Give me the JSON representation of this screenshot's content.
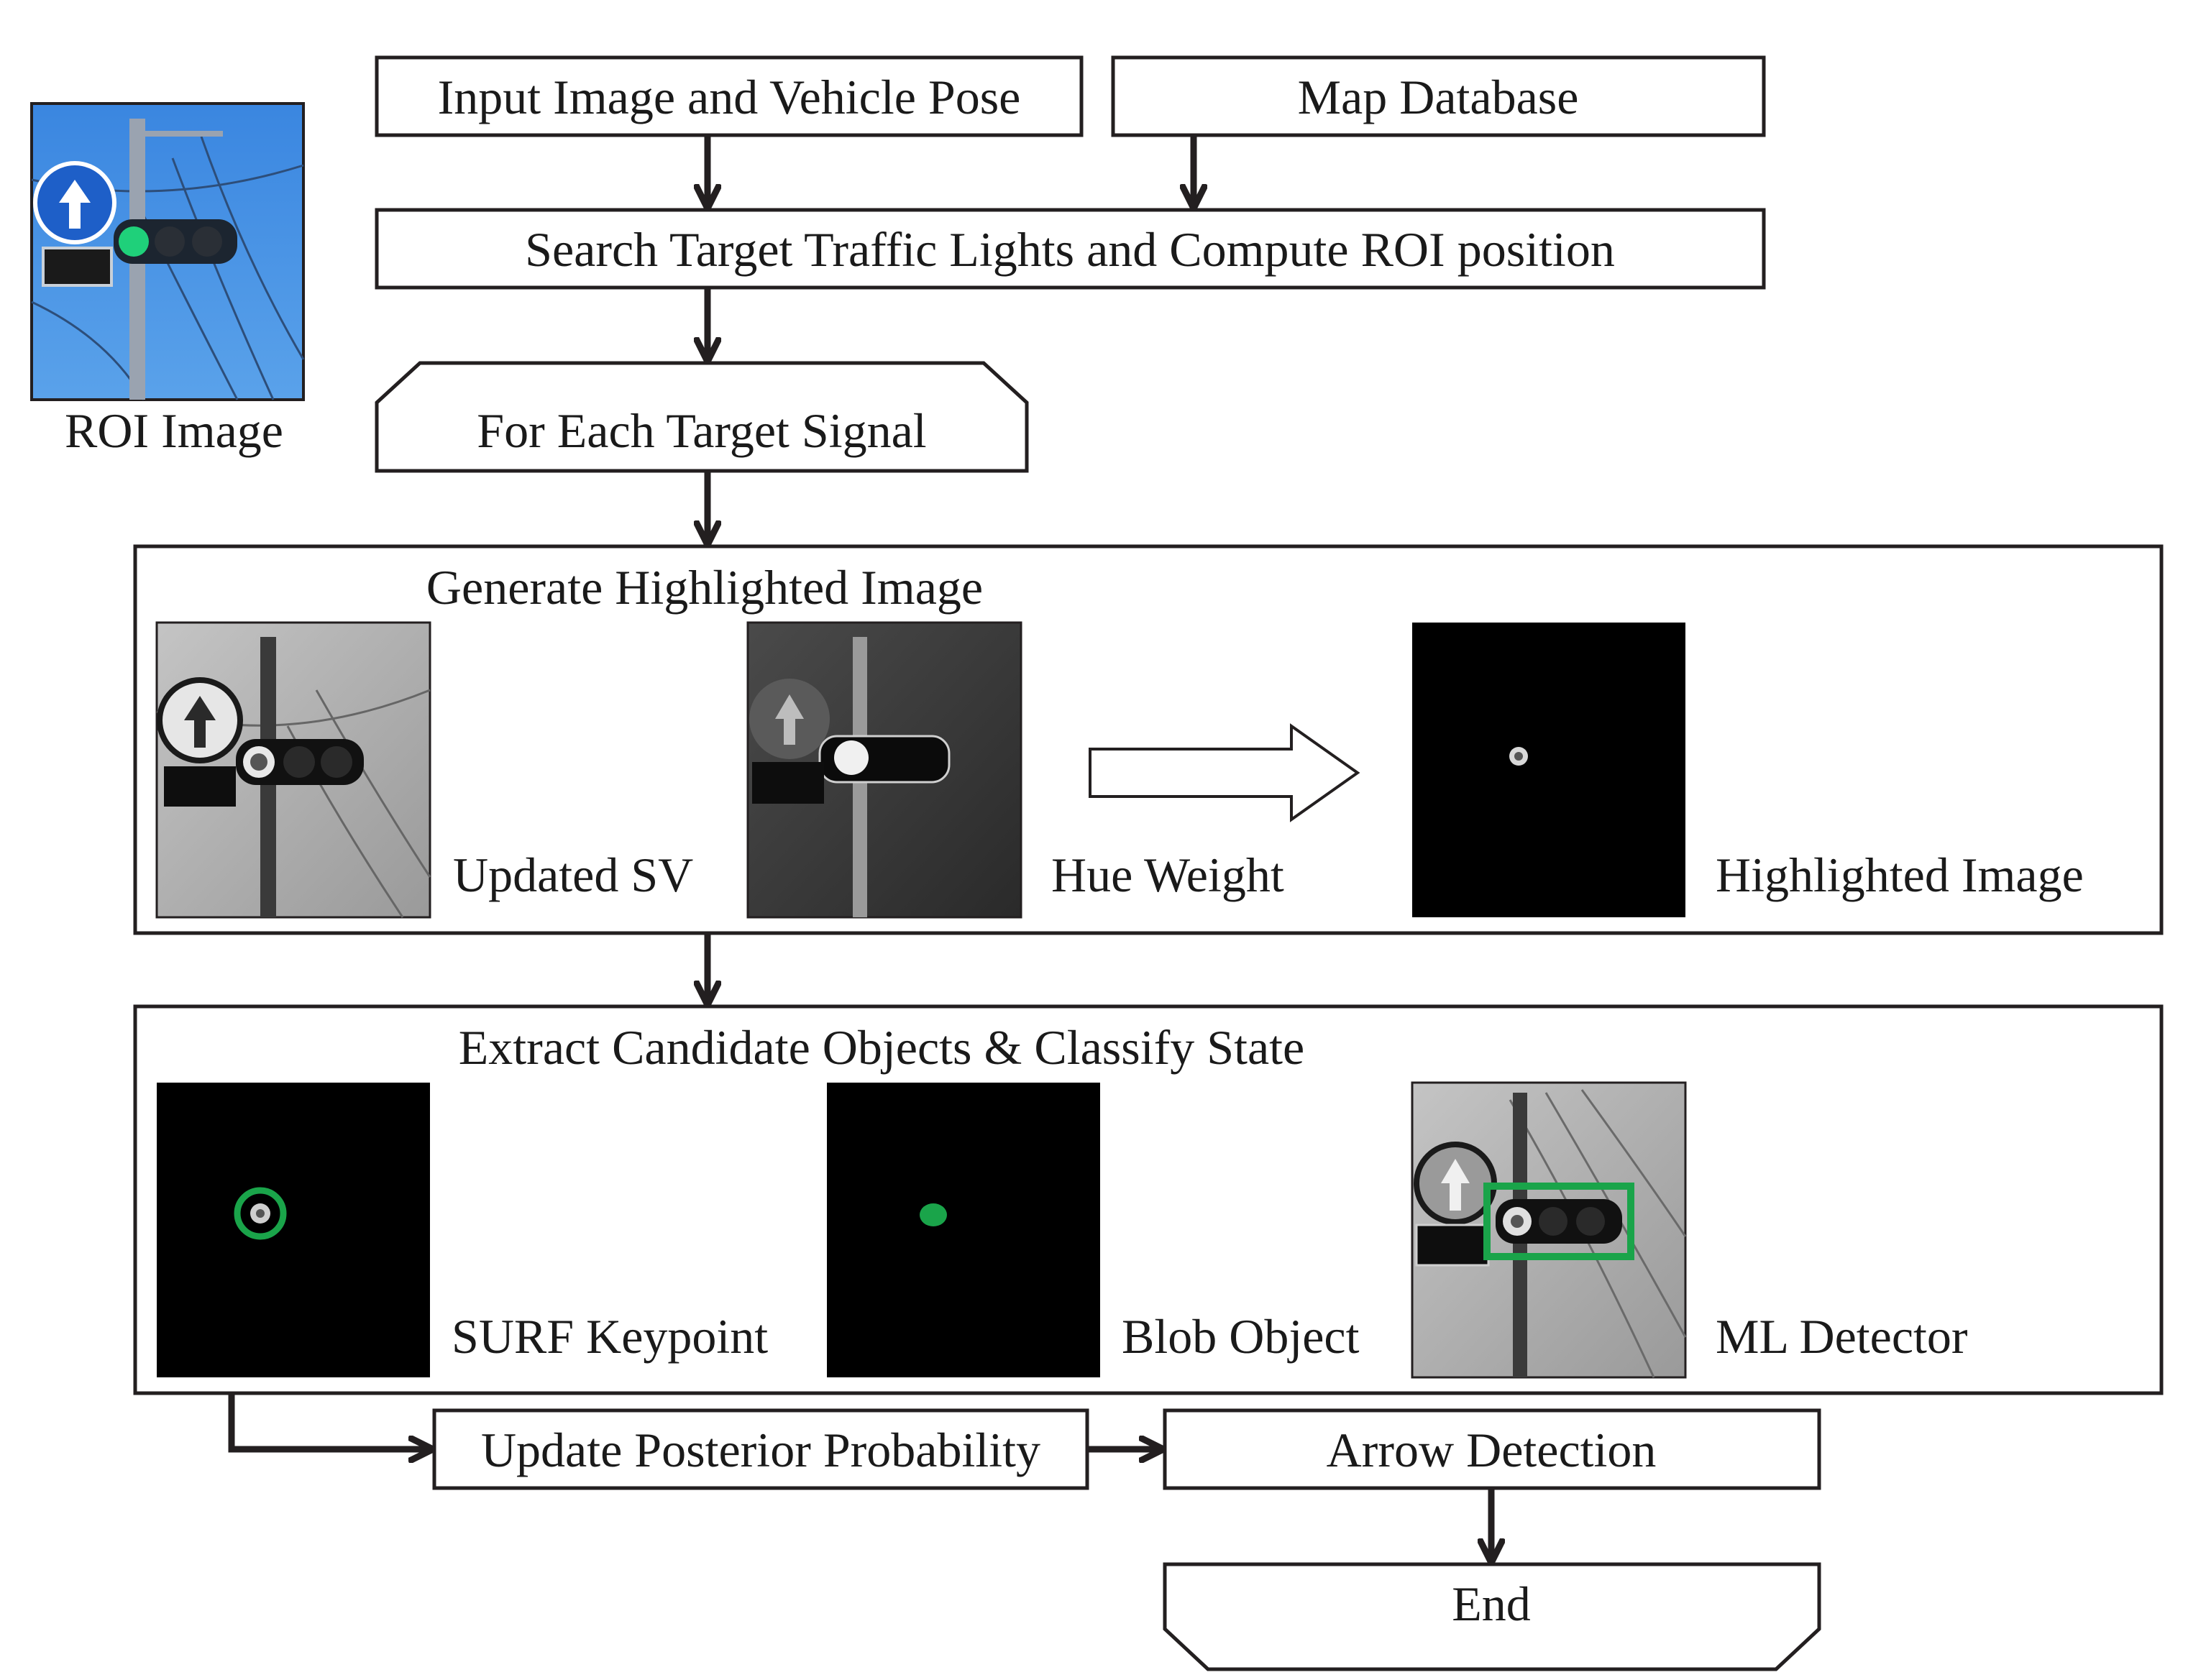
{
  "colors": {
    "line": "#231f20",
    "detection_green": "#1aa44a",
    "sky_blue": "#3f8fe0",
    "sign_blue": "#1e5fc8",
    "signal_green": "#1fd07a"
  },
  "nodes": {
    "input": "Input Image and Vehicle Pose",
    "map_db": "Map Database",
    "search": "Search Target Traffic Lights and Compute ROI position",
    "for_each": "For Each Target Signal",
    "update_posterior": "Update Posterior Probability",
    "arrow_detection": "Arrow Detection",
    "end": "End"
  },
  "roi": {
    "caption": "ROI Image"
  },
  "stage1": {
    "title": "Generate Highlighted Image",
    "panels": [
      {
        "caption": "Updated SV"
      },
      {
        "caption": "Hue Weight"
      },
      {
        "caption": "Highlighted Image"
      }
    ]
  },
  "stage2": {
    "title": "Extract Candidate Objects & Classify State",
    "panels": [
      {
        "caption": "SURF Keypoint"
      },
      {
        "caption": "Blob Object"
      },
      {
        "caption": "ML Detector"
      }
    ]
  }
}
